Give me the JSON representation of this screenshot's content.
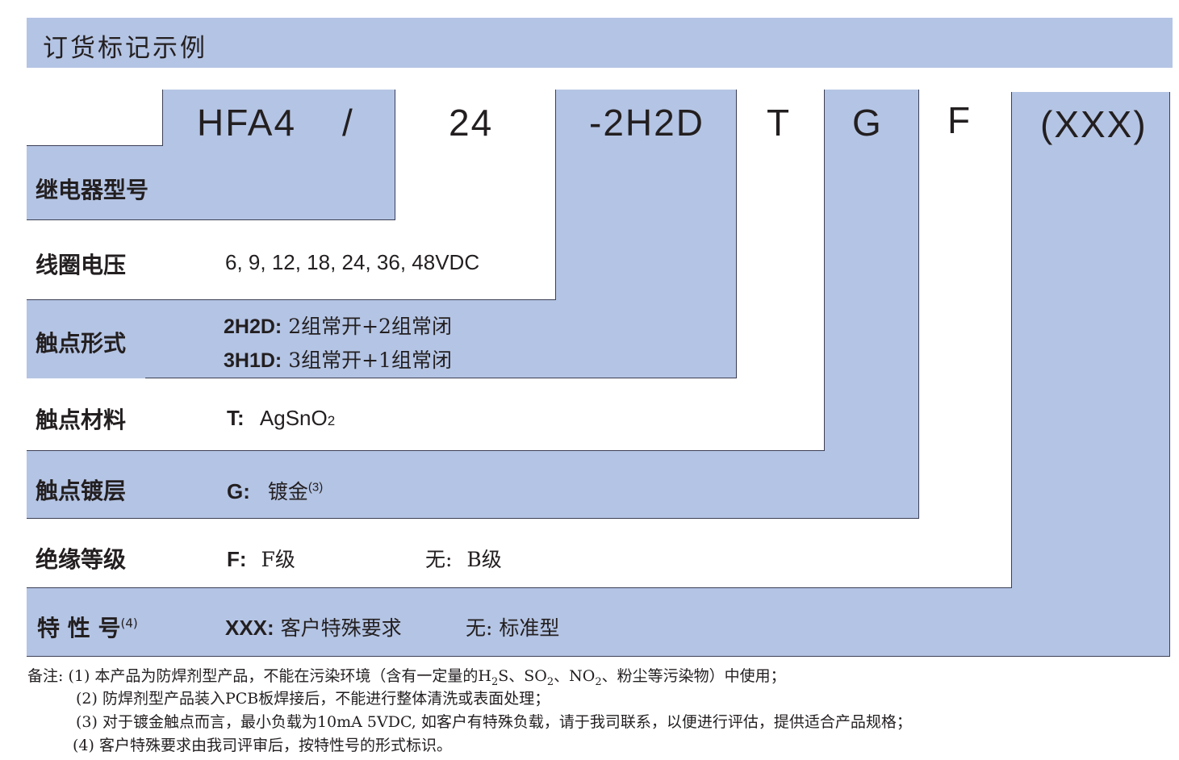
{
  "header": {
    "title": "订货标记示例"
  },
  "codes": [
    "HFA4",
    "/",
    "24",
    "-2H2D",
    "T",
    "G",
    "F",
    "(XXX)"
  ],
  "rows": {
    "model": {
      "label": "继电器型号"
    },
    "coil_voltage": {
      "label": "线圈电压",
      "value": "6, 9, 12, 18, 24, 36, 48VDC"
    },
    "contact_form": {
      "label": "触点形式",
      "opt1_code": "2H2D:",
      "opt1_desc": "2组常开+2组常闭",
      "opt2_code": "3H1D:",
      "opt2_desc": "3组常开+1组常闭"
    },
    "contact_material": {
      "label": "触点材料",
      "code": "T:",
      "value": "AgSnO",
      "subscript": "2"
    },
    "contact_plating": {
      "label": "触点镀层",
      "code": "G:",
      "value": "镀金",
      "sup": "(3)"
    },
    "insulation": {
      "label": "绝缘等级",
      "opt1_code": "F:",
      "opt1_value": "F级",
      "opt2_code": "无:",
      "opt2_value": "B级"
    },
    "special": {
      "label": "特 性 号",
      "label_sup": "(4)",
      "opt1_code": "XXX:",
      "opt1_value": "客户特殊要求",
      "opt2_code": "无:",
      "opt2_value": "标准型"
    }
  },
  "notes": {
    "prefix": "备注:",
    "n1_a": "(1) 本产品为防焊剂型产品，不能在污染环境（含有一定量的H",
    "n1_sub1": "2",
    "n1_b": "S、SO",
    "n1_sub2": "2",
    "n1_c": "、NO",
    "n1_sub3": "2",
    "n1_d": "、粉尘等污染物）中使用；",
    "n2": "(2) 防焊剂型产品装入PCB板焊接后，不能进行整体清洗或表面处理；",
    "n3": "(3) 对于镀金触点而言，最小负载为10mA 5VDC, 如客户有特殊负载，请于我司联系，以便进行评估，提供适合产品规格；",
    "n4": "(4) 客户特殊要求由我司评审后，按特性号的形式标识。"
  },
  "colors": {
    "band": "#b4c4e4",
    "line": "#3b3f55",
    "text": "#231f20"
  }
}
